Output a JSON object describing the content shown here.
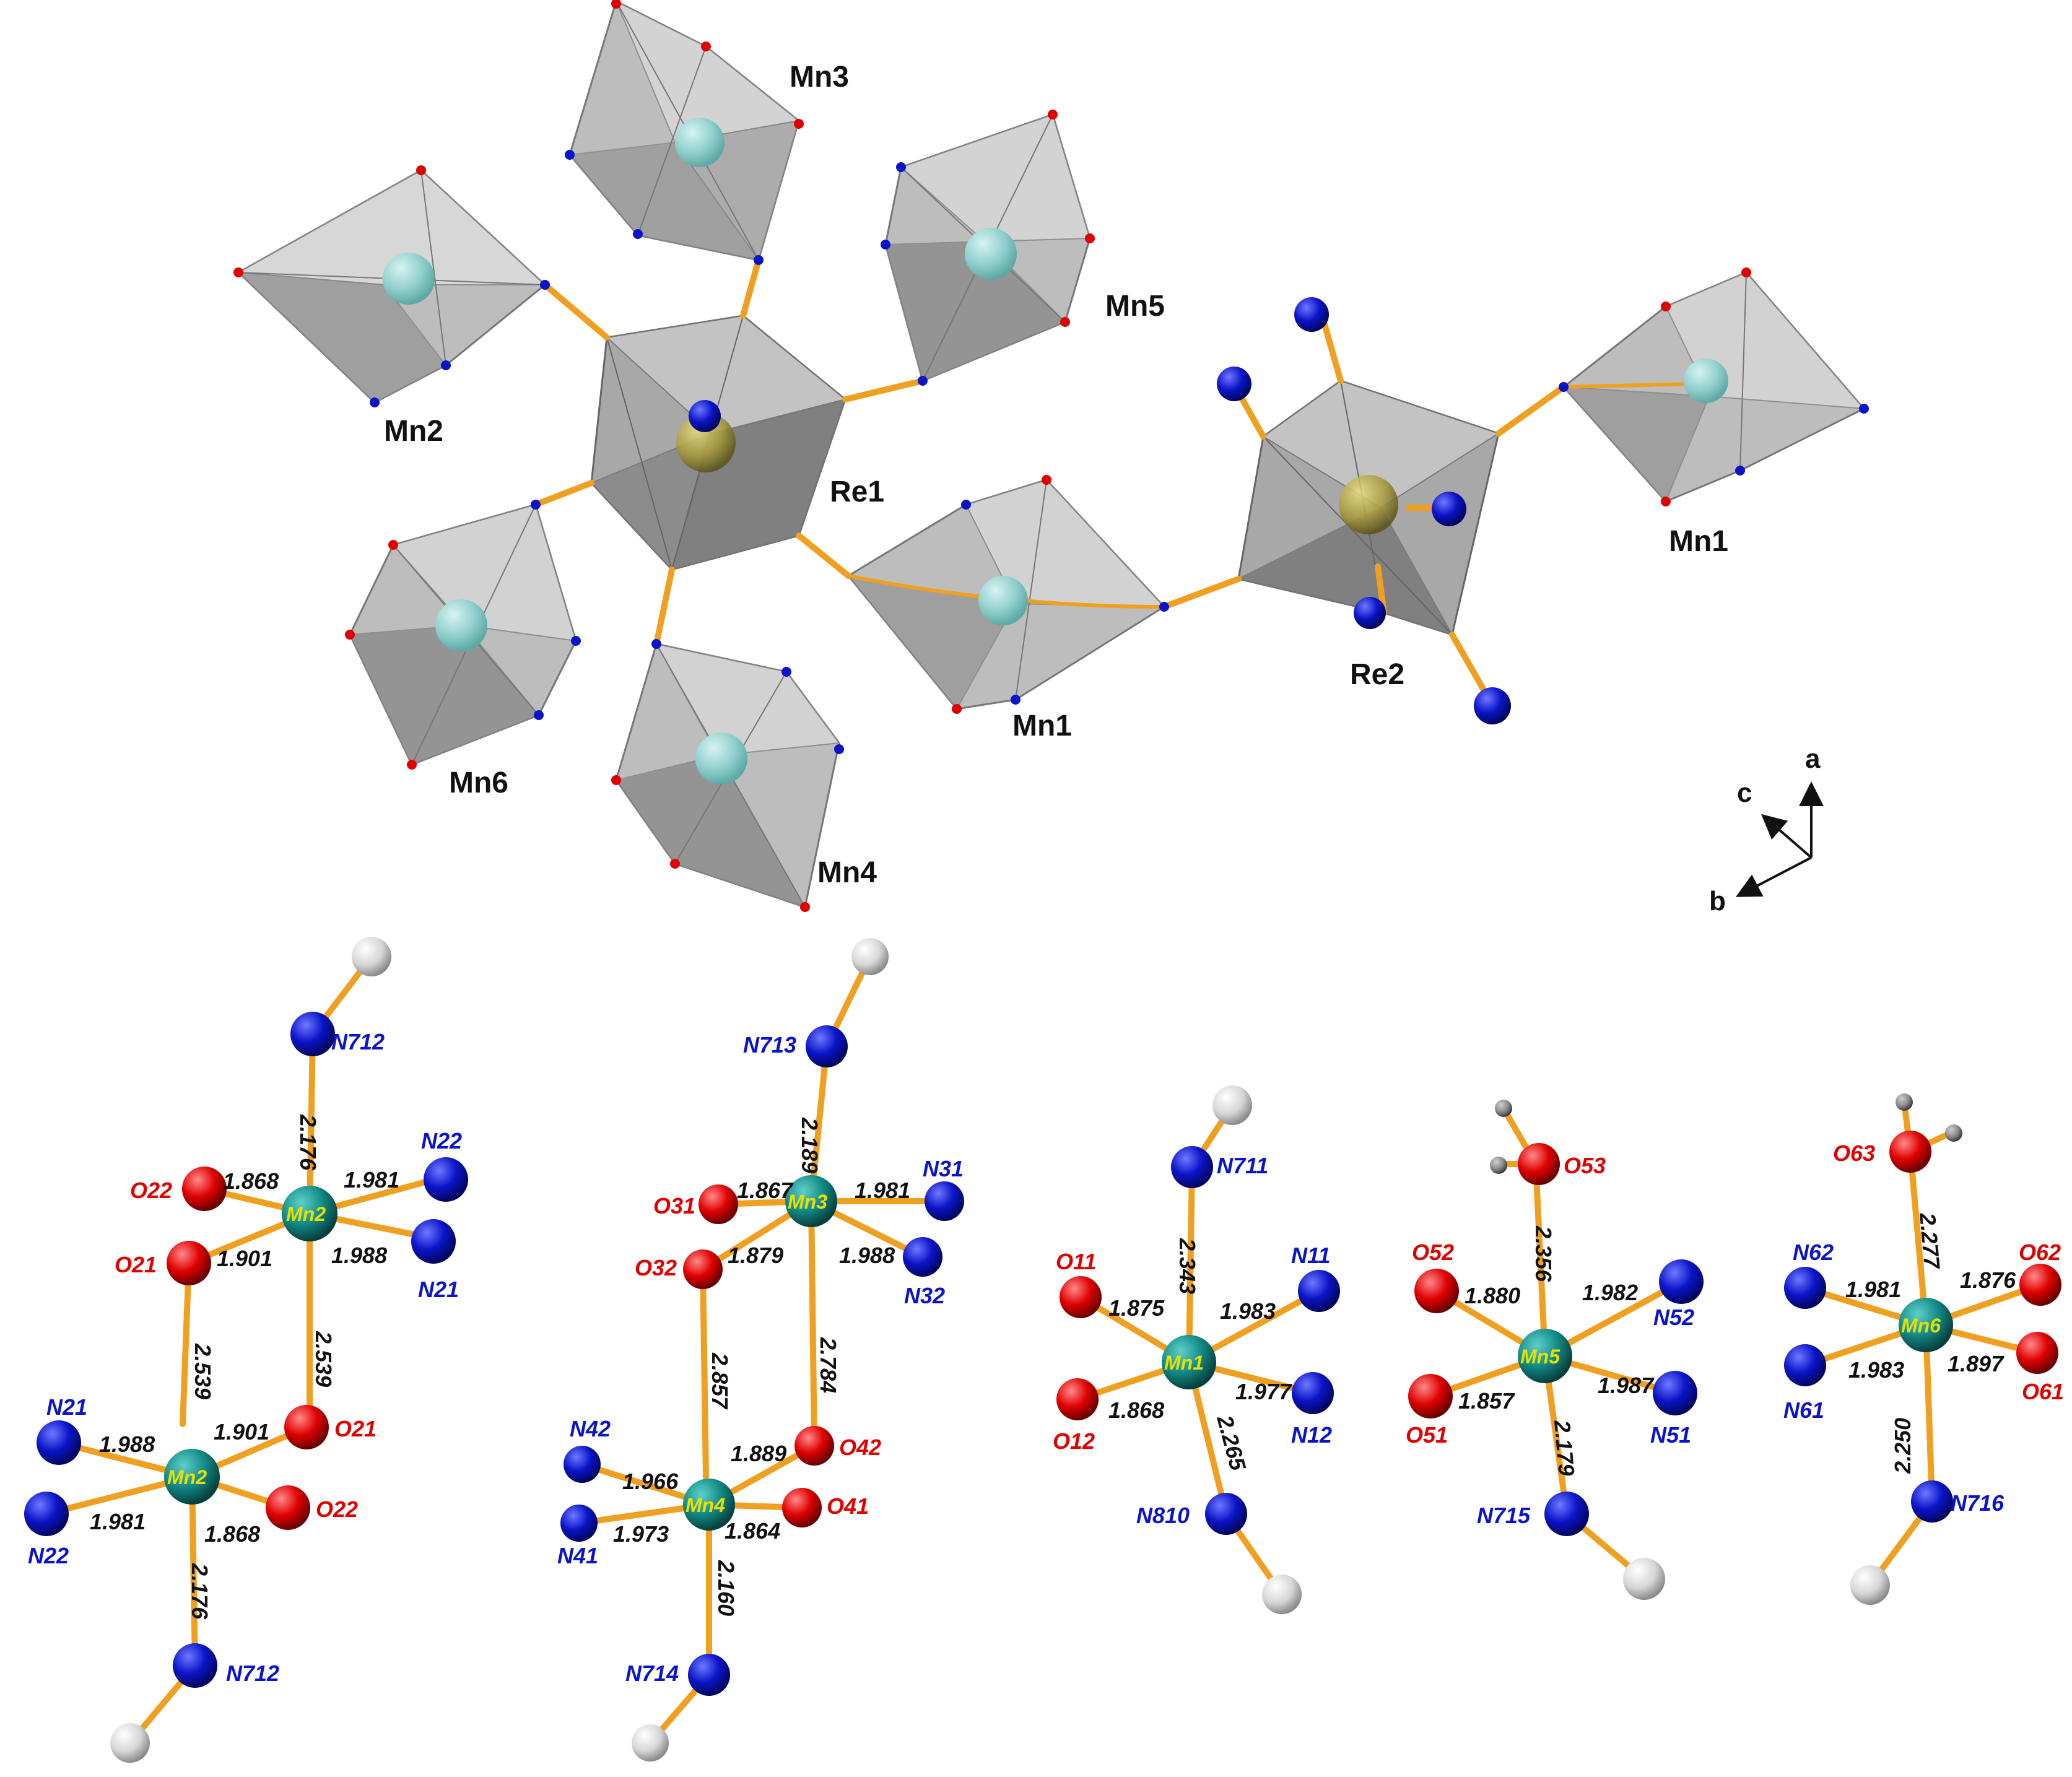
{
  "colors": {
    "nitrogen": "#0b14c8",
    "oxygen": "#e00000",
    "hydrogen": "#dadada",
    "manganese": "#138a86",
    "rhenium": "#b0a030",
    "bond": "#f0a020",
    "polyhedron": "#a0a0a0",
    "center_label": "#e8e000"
  },
  "top": {
    "labels": {
      "mn3": "Mn3",
      "mn2": "Mn2",
      "mn5": "Mn5",
      "re1": "Re1",
      "mn1a": "Mn1",
      "mn6": "Mn6",
      "mn4": "Mn4",
      "re2": "Re2",
      "mn1b": "Mn1"
    },
    "axes": {
      "a": "a",
      "b": "b",
      "c": "c"
    }
  },
  "mn2": {
    "center_top": "Mn2",
    "center_bot": "Mn2",
    "n712_top": "N712",
    "n22_top": "N22",
    "o22_top": "O22",
    "o21_top": "O21",
    "n21_top": "N21",
    "n21_bot": "N21",
    "o21_bot": "O21",
    "o22_bot": "O22",
    "n22_bot": "N22",
    "n712_bot": "N712",
    "d_n712_top": "2.176",
    "d_o22_top": "1.868",
    "d_n22_top": "1.981",
    "d_o21_top": "1.901",
    "d_n21_top": "1.988",
    "d_bridge_left": "2.539",
    "d_bridge_right": "2.539",
    "d_n21_bot": "1.988",
    "d_o21_bot": "1.901",
    "d_n22_bot": "1.981",
    "d_o22_bot": "1.868",
    "d_n712_bot": "2.176"
  },
  "mn34": {
    "center_top": "Mn3",
    "center_bot": "Mn4",
    "n713": "N713",
    "n31": "N31",
    "o31": "O31",
    "o32": "O32",
    "n32": "N32",
    "n42": "N42",
    "o42": "O42",
    "o41": "O41",
    "n41": "N41",
    "n714": "N714",
    "d_n713": "2.189",
    "d_o31": "1.867",
    "d_n31": "1.981",
    "d_o32": "1.879",
    "d_n32": "1.988",
    "d_bridge_left": "2.857",
    "d_bridge_right": "2.784",
    "d_n42": "1.966",
    "d_o42": "1.889",
    "d_n41": "1.973",
    "d_o41": "1.864",
    "d_n714": "2.160"
  },
  "mn1": {
    "center": "Mn1",
    "n711": "N711",
    "o11": "O11",
    "n11": "N11",
    "o12": "O12",
    "n12": "N12",
    "n810": "N810",
    "d_n711": "2.343",
    "d_o11": "1.875",
    "d_n11": "1.983",
    "d_o12": "1.868",
    "d_n12": "1.977",
    "d_n810": "2.265"
  },
  "mn5": {
    "center": "Mn5",
    "o53": "O53",
    "o52": "O52",
    "n52": "N52",
    "o51": "O51",
    "n51": "N51",
    "n715": "N715",
    "d_o53": "2.356",
    "d_o52": "1.880",
    "d_n52": "1.982",
    "d_o51": "1.857",
    "d_n51": "1.987",
    "d_n715": "2.179"
  },
  "mn6": {
    "center": "Mn6",
    "o63": "O63",
    "n62": "N62",
    "o62": "O62",
    "n61": "N61",
    "o61": "O61",
    "n716": "N716",
    "d_o63": "2.277",
    "d_n62": "1.981",
    "d_o62": "1.876",
    "d_n61": "1.983",
    "d_o61": "1.897",
    "d_n716": "2.250"
  }
}
